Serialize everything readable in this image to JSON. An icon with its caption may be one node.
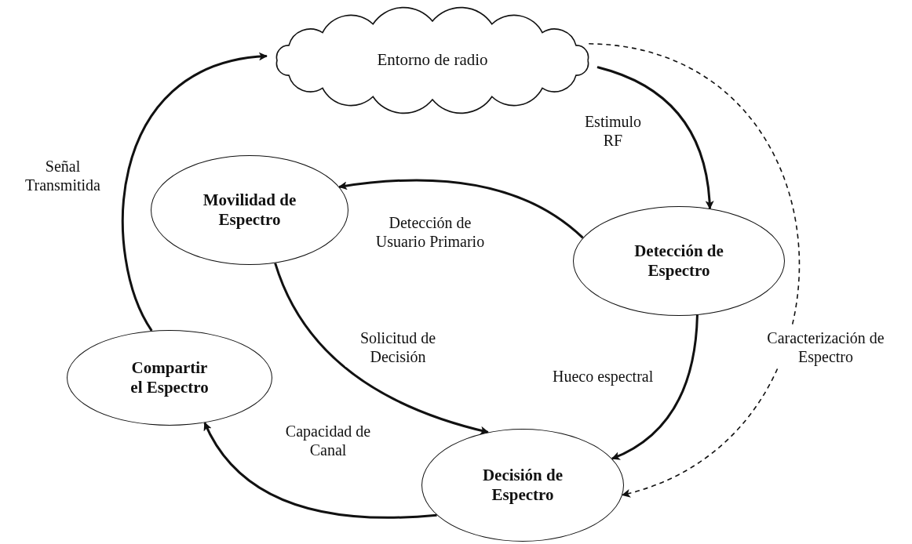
{
  "diagram": {
    "nodes": [
      {
        "text": [
          "Entorno de radio"
        ]
      },
      {
        "text": [
          "Movilidad de Espectro"
        ]
      },
      {
        "text": [
          "Detección de Espectro"
        ]
      },
      {
        "text": [
          "Compartir el Espectro"
        ]
      },
      {
        "text": [
          "Decisión de Espectro"
        ]
      }
    ],
    "edges": [
      {
        "from": 0,
        "to": 2,
        "arrow": "to",
        "label": "Estimulo RF"
      },
      {
        "from": 2,
        "to": 1,
        "arrow": "to",
        "label": "Detección de Usuario Primario"
      },
      {
        "from": 1,
        "to": 4,
        "arrow": "to",
        "label": "Solicitud de Decisión"
      },
      {
        "from": 2,
        "to": 4,
        "arrow": "to",
        "label": "Hueco espectral"
      },
      {
        "from": 4,
        "to": 3,
        "arrow": "to",
        "label": "Capacidad de Canal"
      },
      {
        "from": 3,
        "to": 0,
        "arrow": "to",
        "label": "Señal Transmitida"
      },
      {
        "from": 0,
        "to": 4,
        "arrow": "to",
        "label": "Caracterización de Espectro",
        "style": "dashed"
      }
    ]
  }
}
